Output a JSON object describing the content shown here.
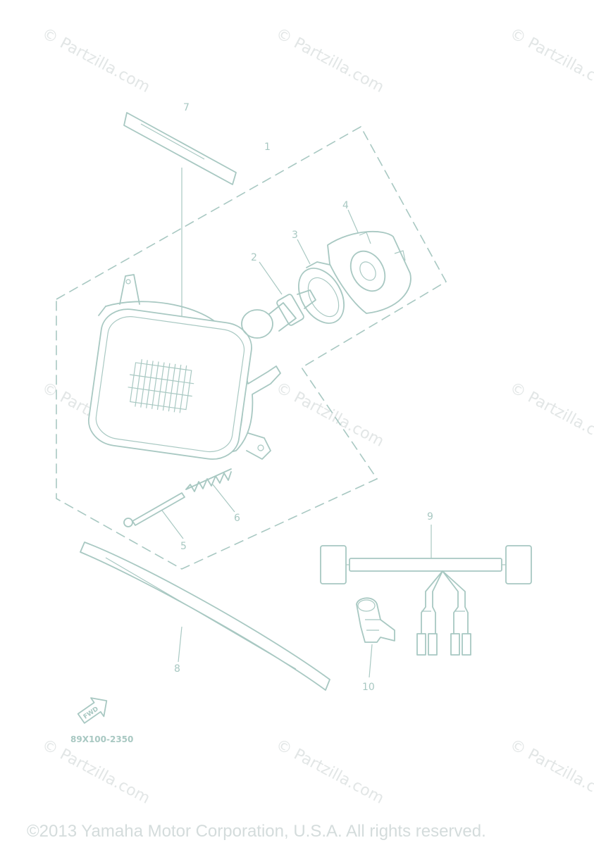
{
  "watermark_text": "© Partzilla.com",
  "diagram_code": "89X100-2350",
  "copyright": "©2013 Yamaha Motor Corporation, U.S.A. All rights reserved.",
  "fwd_label": "FWD",
  "callouts": [
    "1",
    "2",
    "3",
    "4",
    "5",
    "6",
    "7",
    "8",
    "9",
    "10"
  ]
}
